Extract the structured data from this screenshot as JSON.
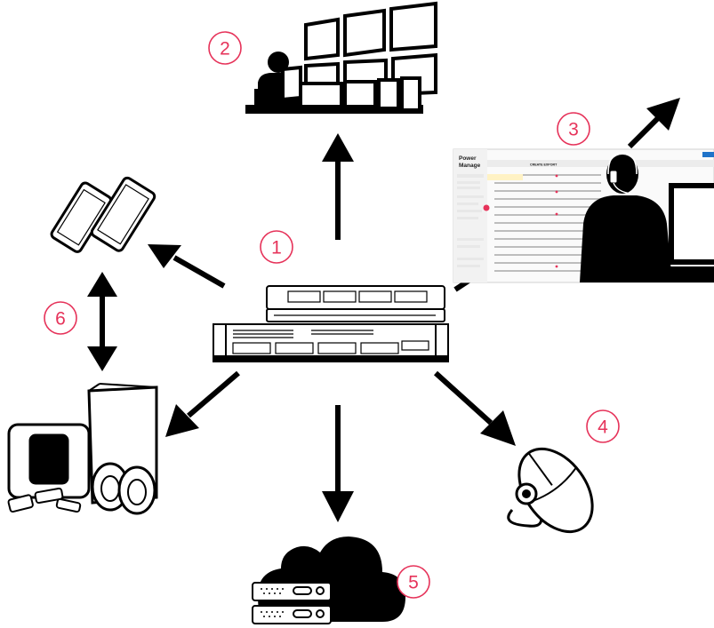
{
  "colors": {
    "accent": "#e6335a",
    "ink": "#000000",
    "screen_blue": "#1f73c9"
  },
  "badges": [
    {
      "id": "1",
      "label": "1"
    },
    {
      "id": "2",
      "label": "2"
    },
    {
      "id": "3",
      "label": "3"
    },
    {
      "id": "4",
      "label": "4"
    },
    {
      "id": "5",
      "label": "5"
    },
    {
      "id": "6",
      "label": "6"
    }
  ],
  "icons": {
    "server": "server-stack-icon",
    "video_wall": "video-wall-operator-icon",
    "operator": "headset-operator-icon",
    "mobile": "mobile-devices-icon",
    "access": "access-control-devices-icon",
    "cloud": "cloud-server-icon",
    "mouse": "usb-mouse-icon"
  },
  "power_manage": {
    "logo_line1": "Power",
    "logo_line2": "Manage",
    "export_label": "CREATE EXPORT"
  }
}
